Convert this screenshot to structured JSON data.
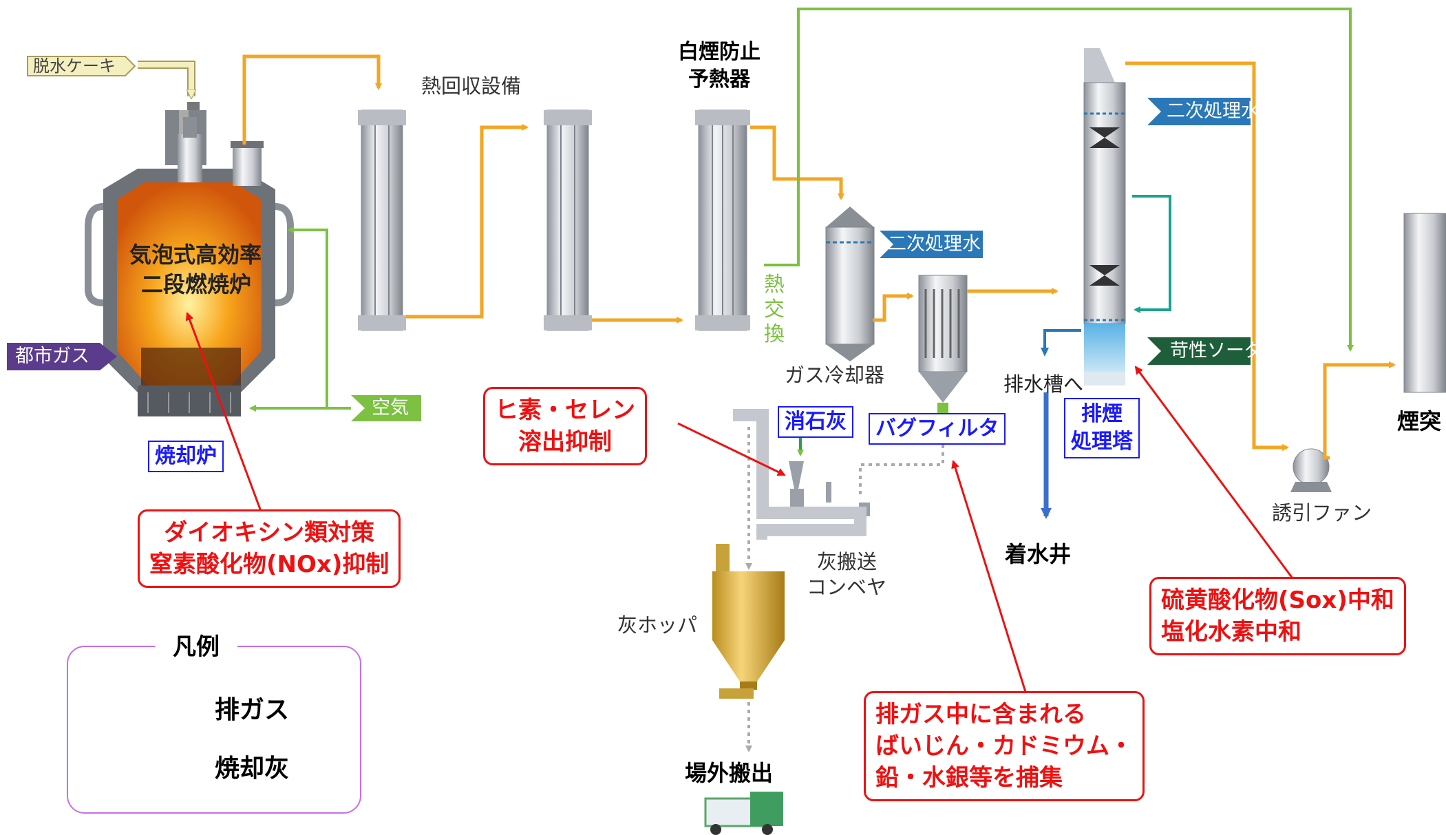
{
  "inputs": {
    "cake": "脱水ケーキ",
    "city_gas": "都市ガス",
    "air": "空気",
    "secondary_water": "二次処理水",
    "caustic_soda": "苛性ソーダ"
  },
  "furnace": {
    "name_line1": "気泡式高効率",
    "name_line2": "二段燃焼炉",
    "label": "焼却炉"
  },
  "equipment": {
    "heat_recovery": "熱回収設備",
    "white_smoke_line1": "白煙防止",
    "white_smoke_line2": "予熱器",
    "heat_exchange": "熱交換",
    "gas_cooler": "ガス冷却器",
    "slaked_lime": "消石灰",
    "bag_filter": "バグフィルタ",
    "drain_tank": "排水槽へ",
    "scrubber_line1": "排煙",
    "scrubber_line2": "処理塔",
    "induced_fan": "誘引ファン",
    "chimney": "煙突",
    "ash_conveyor_line1": "灰搬送",
    "ash_conveyor_line2": "コンベヤ",
    "ash_hopper": "灰ホッパ",
    "water_well": "着水井",
    "offsite": "場外搬出"
  },
  "notes": {
    "arsenic_line1": "ヒ素・セレン",
    "arsenic_line2": "溶出抑制",
    "dioxin_line1": "ダイオキシン類対策",
    "dioxin_line2": "窒素酸化物(NOx)抑制",
    "sox_line1": "硫黄酸化物(Sox)中和",
    "sox_line2": "塩化水素中和",
    "dust_line1": "排ガス中に含まれる",
    "dust_line2": "ばいじん・カドミウム・",
    "dust_line3": "鉛・水銀等を捕集"
  },
  "legend": {
    "title": "凡例",
    "exhaust": "排ガス",
    "ash": "焼却灰"
  },
  "colors": {
    "exhaust_gas": "#f2a623",
    "ash_flow": "#aaaaaa",
    "heat_exchange": "#7cc142",
    "water_blue": "#2a78b8",
    "water_drain": "#3b6fcf",
    "purple_tag": "#5b3b8c",
    "air_tag": "#7cc142",
    "soda_tag": "#1f5e3a",
    "note_red": "#ee1111",
    "box_blue": "#1a1aff"
  }
}
